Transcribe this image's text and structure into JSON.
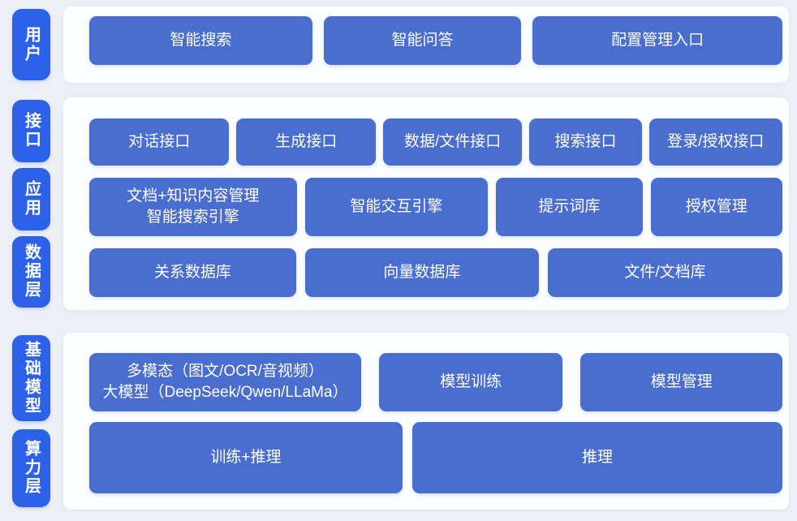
{
  "colors": {
    "background": "#ecf0f6",
    "panel": "#fcfdfe",
    "pill_blue": "#2b62e9",
    "box_blue": "#4a6dd0",
    "text_white": "#ffffff"
  },
  "layers": [
    {
      "name": "user-layer",
      "pills": [
        {
          "label": "用户"
        }
      ],
      "rows": [
        {
          "boxes": [
            {
              "lines": [
                "智能搜索"
              ]
            },
            {
              "lines": [
                "智能问答"
              ]
            },
            {
              "lines": [
                "配置管理入口"
              ]
            }
          ]
        }
      ]
    },
    {
      "name": "interface-application-data-layer",
      "pills": [
        {
          "label": "接口"
        },
        {
          "label": "应用"
        },
        {
          "label": "数据层"
        }
      ],
      "rows": [
        {
          "boxes": [
            {
              "lines": [
                "对话接口"
              ]
            },
            {
              "lines": [
                "生成接口"
              ]
            },
            {
              "lines": [
                "数据/文件接口"
              ]
            },
            {
              "lines": [
                "搜索接口"
              ]
            },
            {
              "lines": [
                "登录/授权接口"
              ]
            }
          ]
        },
        {
          "boxes": [
            {
              "lines": [
                "文档+知识内容管理",
                "智能搜索引擎"
              ]
            },
            {
              "lines": [
                "智能交互引擎"
              ]
            },
            {
              "lines": [
                "提示词库"
              ]
            },
            {
              "lines": [
                "授权管理"
              ]
            }
          ]
        },
        {
          "boxes": [
            {
              "lines": [
                "关系数据库"
              ]
            },
            {
              "lines": [
                "向量数据库"
              ]
            },
            {
              "lines": [
                "文件/文档库"
              ]
            }
          ]
        }
      ]
    },
    {
      "name": "foundation-model-compute-layer",
      "pills": [
        {
          "label": "基础模型"
        },
        {
          "label": "算力层"
        }
      ],
      "rows": [
        {
          "boxes": [
            {
              "lines": [
                "多模态（图文/OCR/音视频）",
                "大模型（DeepSeek/Qwen/LLaMa）"
              ]
            },
            {
              "lines": [
                "模型训练"
              ]
            },
            {
              "lines": [
                "模型管理"
              ]
            }
          ]
        },
        {
          "boxes": [
            {
              "lines": [
                "训练+推理"
              ]
            },
            {
              "lines": [
                "推理"
              ]
            }
          ]
        }
      ]
    }
  ]
}
